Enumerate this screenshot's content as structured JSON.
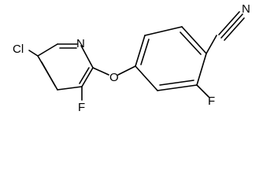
{
  "molecule": {
    "atoms": {
      "chlorine": "Cl",
      "pyridine_nitrogen": "N",
      "fluorine_pyridine": "F",
      "ether_oxygen": "O",
      "fluorine_benzene": "F",
      "nitrile_nitrogen": "N"
    }
  }
}
